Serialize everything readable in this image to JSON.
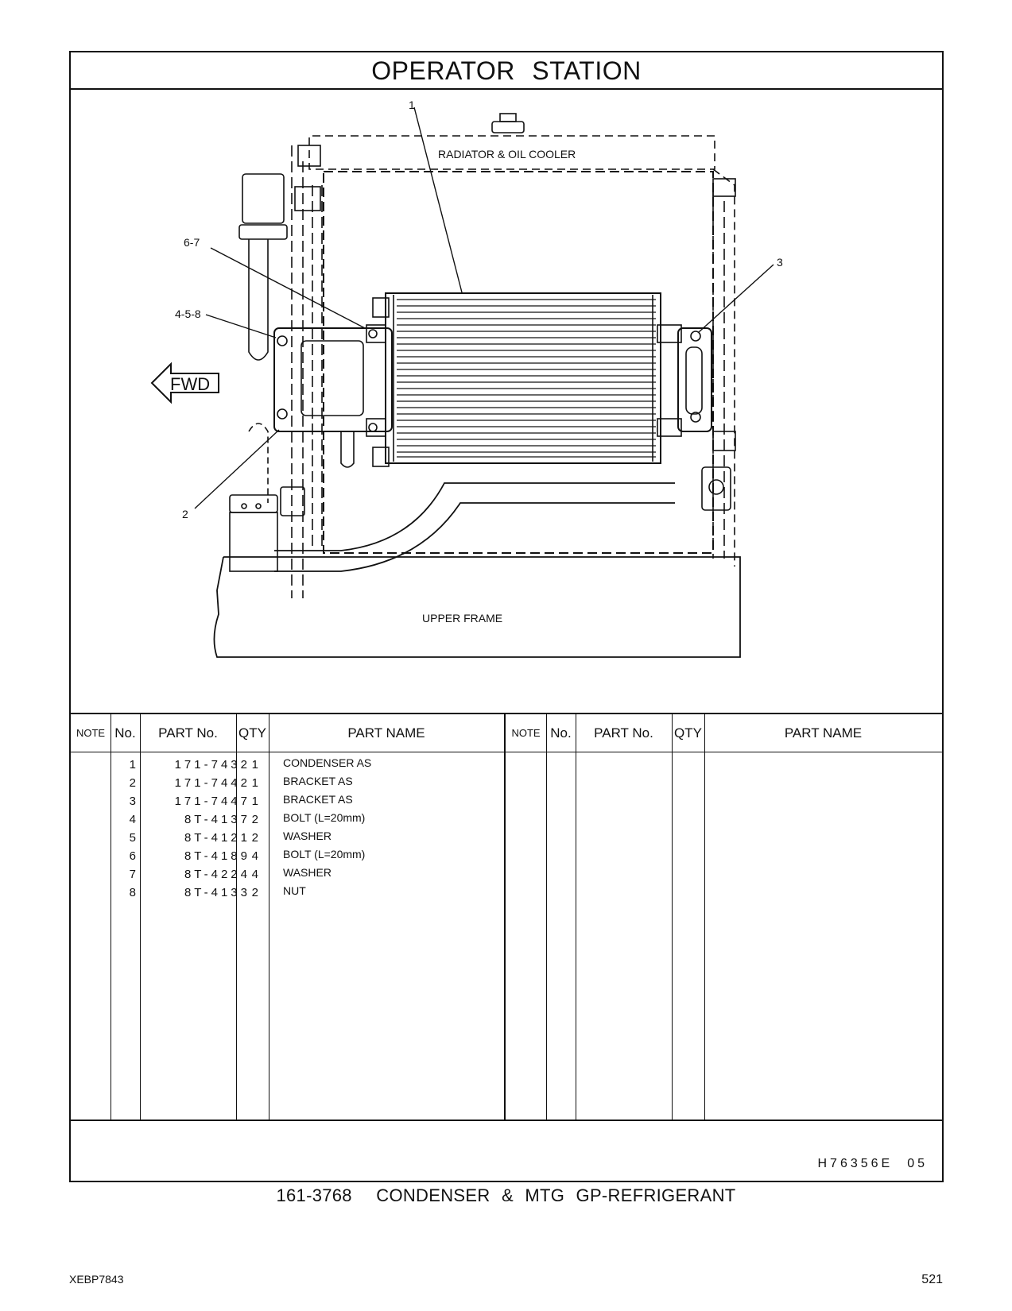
{
  "title": "OPERATOR   STATION",
  "diagram": {
    "labels": {
      "callout_1": "1",
      "callout_2": "2",
      "callout_3": "3",
      "callout_4_5_8": "4-5-8",
      "callout_6_7": "6-7",
      "radiator": "RADIATOR & OIL COOLER",
      "upper_frame": "UPPER FRAME",
      "fwd": "FWD"
    }
  },
  "table": {
    "headers": {
      "note": "NOTE",
      "no": "No.",
      "part_no": "PART No.",
      "qty": "QTY",
      "part_name": "PART NAME"
    },
    "rows": [
      {
        "no": "1",
        "part_no": "171-7432",
        "qty": "1",
        "name": "CONDENSER  AS"
      },
      {
        "no": "2",
        "part_no": "171-7442",
        "qty": "1",
        "name": "BRACKET  AS"
      },
      {
        "no": "3",
        "part_no": "171-7447",
        "qty": "1",
        "name": "BRACKET  AS"
      },
      {
        "no": "4",
        "part_no": "8T-4137",
        "qty": "2",
        "name": "BOLT (L=20mm)"
      },
      {
        "no": "5",
        "part_no": "8T-4121",
        "qty": "2",
        "name": "WASHER"
      },
      {
        "no": "6",
        "part_no": "8T-4189",
        "qty": "4",
        "name": "BOLT (L=20mm)"
      },
      {
        "no": "7",
        "part_no": "8T-4224",
        "qty": "4",
        "name": "WASHER"
      },
      {
        "no": "8",
        "part_no": "8T-4133",
        "qty": "2",
        "name": "NUT"
      }
    ]
  },
  "illustration_code": "H76356E",
  "illustration_rev": "05",
  "caption_number": "161-3768",
  "caption_text": "CONDENSER  &  MTG  GP-REFRIGERANT",
  "footer": {
    "doc_id": "XEBP7843",
    "page": "521"
  }
}
